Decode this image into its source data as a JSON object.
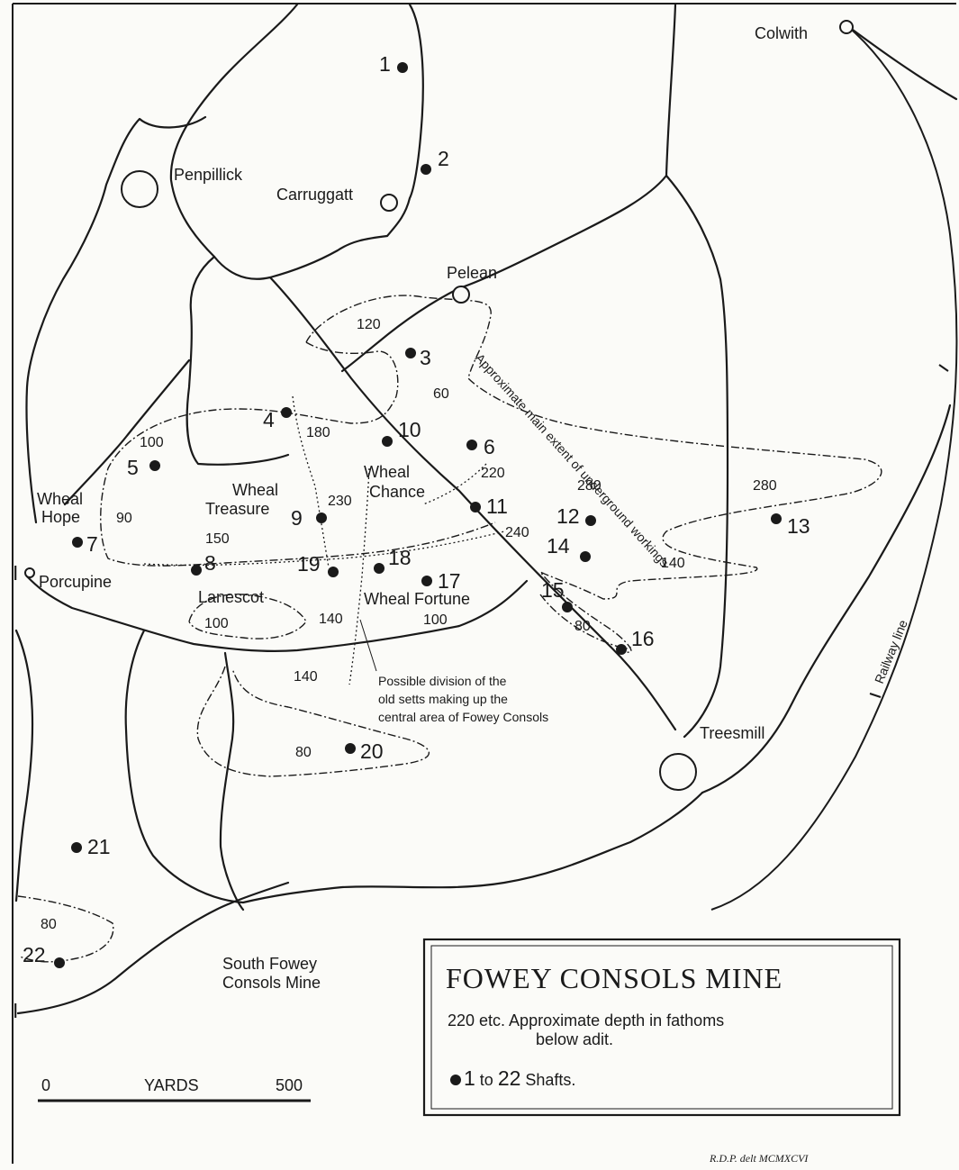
{
  "legend": {
    "title": "FOWEY CONSOLS MINE",
    "depth_line1": "220 etc. Approximate depth in fathoms",
    "depth_line2": "below adit.",
    "shafts_prefix": "1",
    "shafts_to": " to ",
    "shafts_num": "22",
    "shafts_suffix": " Shafts."
  },
  "scale": {
    "start": "0",
    "unit": "YARDS",
    "end": "500"
  },
  "credit": "R.D.P. delt MCMXCVI",
  "annotations": {
    "extent": "Approximate main extent of underground workings",
    "division_l1": "Possible division of the",
    "division_l2": "old setts making up the",
    "division_l3": "central area of Fowey Consols",
    "railway": "Railway line"
  },
  "places": {
    "colwith": "Colwith",
    "penpillick": "Penpillick",
    "carruggatt": "Carruggatt",
    "pelean": "Pelean",
    "wheal_hope_1": "Wheal",
    "wheal_hope_2": "Hope",
    "porcupine": "Porcupine",
    "wheal_treasure_1": "Wheal",
    "wheal_treasure_2": "Treasure",
    "wheal_chance_1": "Wheal",
    "wheal_chance_2": "Chance",
    "lanescot": "Lanescot",
    "wheal_fortune": "Wheal Fortune",
    "treesmill": "Treesmill",
    "south_fowey_1": "South Fowey",
    "south_fowey_2": "Consols Mine"
  },
  "depths": {
    "d120": "120",
    "d60": "60",
    "d100a": "100",
    "d180": "180",
    "d220": "220",
    "d280a": "280",
    "d280b": "280",
    "d90": "90",
    "d230": "230",
    "d150": "150",
    "d240": "240",
    "d140a": "140",
    "d140b": "140",
    "d100b": "100",
    "d100c": "100",
    "d80a": "80",
    "d140c": "140",
    "d80b": "80",
    "d80c": "80"
  },
  "shafts": [
    "1",
    "2",
    "3",
    "4",
    "5",
    "6",
    "7",
    "8",
    "9",
    "10",
    "11",
    "12",
    "13",
    "14",
    "15",
    "16",
    "17",
    "18",
    "19",
    "20",
    "21",
    "22"
  ],
  "shaft_prefix": "I"
}
